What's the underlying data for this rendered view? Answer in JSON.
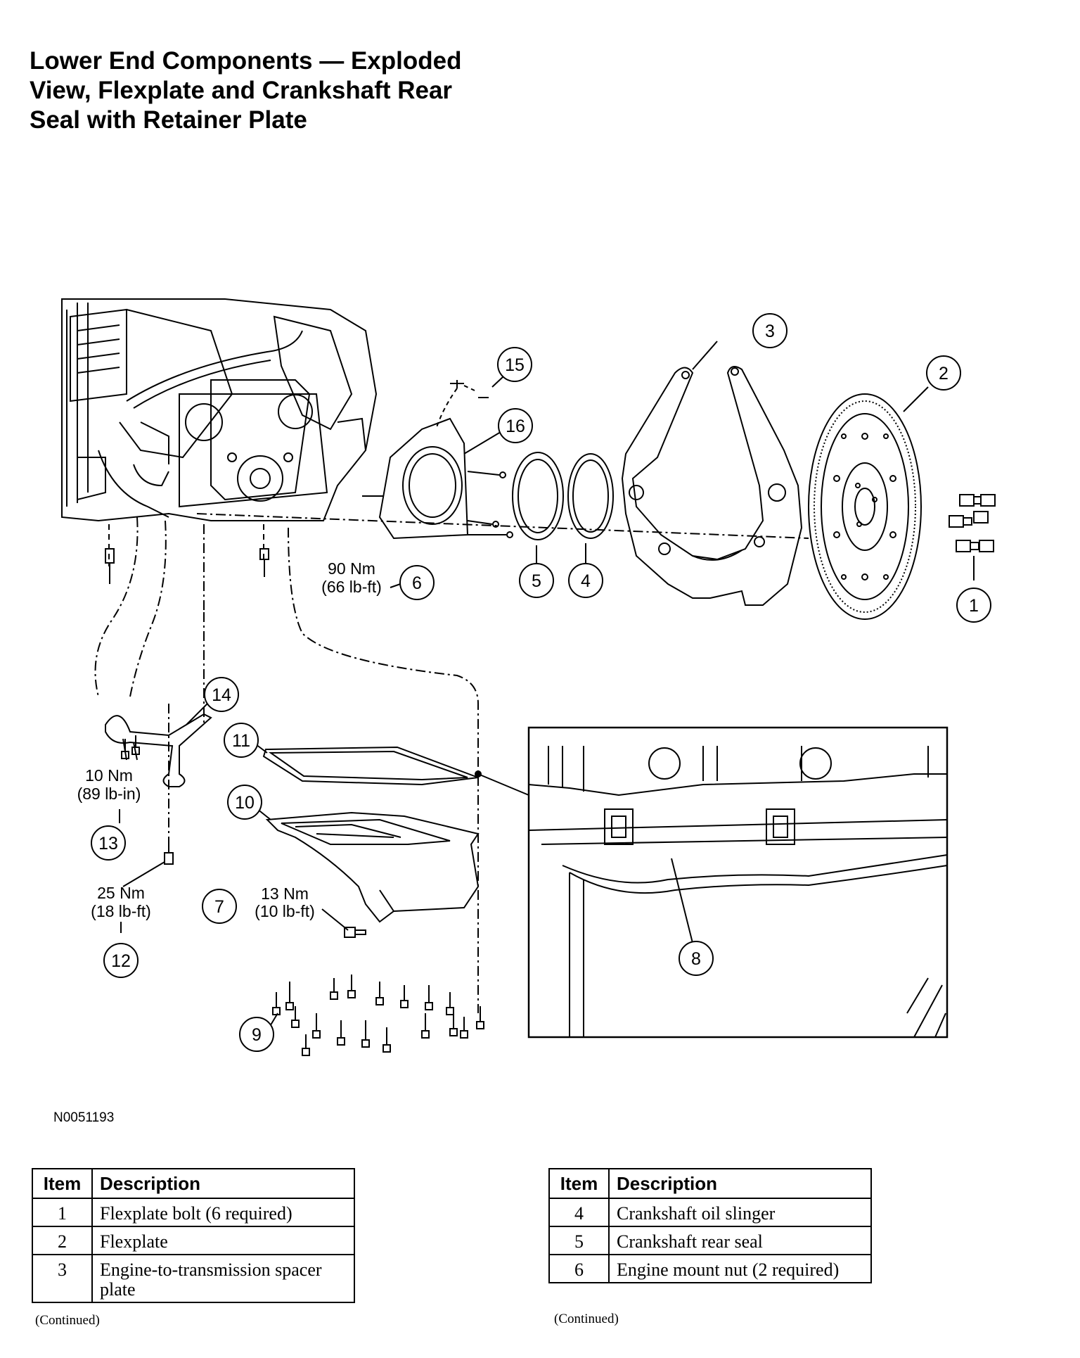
{
  "title": {
    "line1": "Lower End Components — Exploded",
    "line2": "View, Flexplate and Crankshaft Rear",
    "line3": "Seal with Retainer Plate"
  },
  "figure_id": "N0051193",
  "callouts": {
    "c1": "1",
    "c2": "2",
    "c3": "3",
    "c4": "4",
    "c5": "5",
    "c6": "6",
    "c7": "7",
    "c8": "8",
    "c9": "9",
    "c10": "10",
    "c11": "11",
    "c12": "12",
    "c13": "13",
    "c14": "14",
    "c15": "15",
    "c16": "16"
  },
  "torque": {
    "t6_nm": "90 Nm",
    "t6_ft": "(66 lb-ft)",
    "t13_nm": "10 Nm",
    "t13_in": "(89 lb-in)",
    "t12_nm": "25 Nm",
    "t12_ft": "(18 lb-ft)",
    "t7_nm": "13 Nm",
    "t7_ft": "(10 lb-ft)"
  },
  "table_left": {
    "header_item": "Item",
    "header_desc": "Description",
    "rows": [
      {
        "item": "1",
        "desc": "Flexplate bolt (6 required)"
      },
      {
        "item": "2",
        "desc": "Flexplate"
      },
      {
        "item": "3",
        "desc": "Engine-to-transmission spacer plate"
      }
    ],
    "continued": "(Continued)"
  },
  "table_right": {
    "header_item": "Item",
    "header_desc": "Description",
    "rows": [
      {
        "item": "4",
        "desc": "Crankshaft oil slinger"
      },
      {
        "item": "5",
        "desc": "Crankshaft rear seal"
      },
      {
        "item": "6",
        "desc": "Engine mount nut (2 required)"
      }
    ],
    "continued": "(Continued)"
  }
}
